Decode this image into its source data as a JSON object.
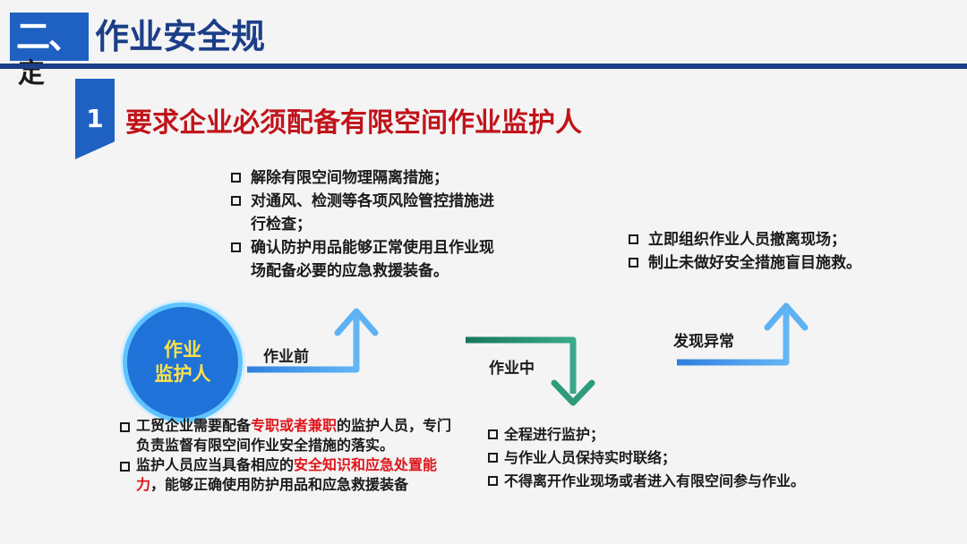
{
  "header": {
    "number": "二、",
    "number_wrap": "定",
    "title": "作业安全规"
  },
  "section": {
    "number": "1",
    "title": "要求企业必须配备有限空间作业监护人"
  },
  "center": {
    "line1": "作业",
    "line2": "监护人"
  },
  "stages": {
    "before_label": "作业前",
    "during_label": "作业中",
    "anomaly_label": "发现异常"
  },
  "before_items": [
    "解除有限空间物理隔离措施；",
    "对通风、检测等各项风险管控措施进行检查；",
    "确认防护用品能够正常使用且作业现场配备必要的应急救援装备。"
  ],
  "anomaly_items": [
    "立即组织作业人员撤离现场；",
    "制止未做好安全措施盲目施救。"
  ],
  "supervisor_items": {
    "item1_pre": "工贸企业需要配备",
    "item1_red": "专职或者兼职",
    "item1_post": "的监护人员，专门负责监督有限空间作业安全措施的落实。",
    "item2_pre": "监护人员应当具备相应的",
    "item2_red": "安全知识和应急处置能力",
    "item2_post": "，能够正确使用防护用品和应急救援装备"
  },
  "during_items": [
    "全程进行监护；",
    "与作业人员保持实时联络；",
    "不得离开作业现场或者进入有限空间参与作业。"
  ],
  "colors": {
    "brand_blue": "#1f61c2",
    "navy": "#1c3e88",
    "emphasis_red": "#e0141b",
    "circle_text": "#ffe24a",
    "arrow_blue": "#3b8fe6",
    "arrow_green": "#1f8a6a"
  }
}
